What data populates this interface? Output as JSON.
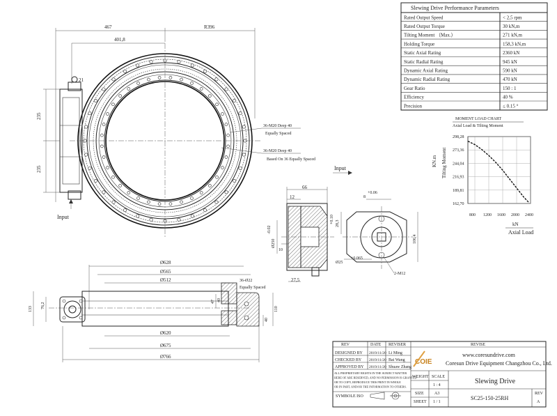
{
  "parameters": {
    "title": "Slewing Drive Performance Parameters",
    "rows": [
      {
        "label": "Rated Output Speed",
        "value": "< 2,5 rpm"
      },
      {
        "label": "Rated Output Torque",
        "value": "30 kN,m"
      },
      {
        "label": "Tilting Moment （Max.）",
        "value": "271 kN,m"
      },
      {
        "label": "Holding Torque",
        "value": "158,3 kN,m"
      },
      {
        "label": "Static Axial Rating",
        "value": "2360 kN"
      },
      {
        "label": "Static Radial Rating",
        "value": "945 kN"
      },
      {
        "label": "Dynamic Axial Rating",
        "value": "590 kN"
      },
      {
        "label": "Dynamic Radial Rating",
        "value": "470 kN"
      },
      {
        "label": "Gear Ratio",
        "value": "150 : 1"
      },
      {
        "label": "Efficiency",
        "value": "40 %"
      },
      {
        "label": "Precision",
        "value": "≤ 0.15 °"
      }
    ]
  },
  "chart_data": {
    "type": "line",
    "title": "MOMENT LOAD CHART",
    "subtitle": "Axial Load & Tilting Moment",
    "xlabel_unit": "kN",
    "xlabel": "Axial Load",
    "ylabel_unit": "KN.m",
    "ylabel": "Tilting Moment",
    "x_ticks": [
      800,
      1200,
      1600,
      2000,
      2400
    ],
    "y_ticks": [
      "298,28",
      "273,36",
      "244,04",
      "216,93",
      "189,81",
      "162,70"
    ],
    "xlim": [
      600,
      2400
    ],
    "ylim": [
      162.7,
      298.28
    ],
    "series": [
      {
        "x": [
          600,
          800,
          1000,
          1200,
          1400,
          1600,
          1800,
          2000,
          2200,
          2360
        ],
        "y": [
          289,
          282,
          272,
          260,
          246,
          230,
          212,
          194,
          176,
          164
        ]
      }
    ]
  },
  "front_view": {
    "dims": {
      "d467": "467",
      "d401": "401,8",
      "r396": "R396",
      "d21": "21",
      "d235a": "235",
      "d235b": "235"
    },
    "callouts": {
      "outer_1": "36-M20 Deep 40",
      "outer_2": "Equally Spaced",
      "inner_1": "36-M20 Deep 40",
      "inner_2": "Based On 36 Equally Spaced"
    },
    "input_label": "Input"
  },
  "section_view": {
    "dims": {
      "d628": "Ø628",
      "d565": "Ø565",
      "d512": "Ø512",
      "holes": "36-Ø22",
      "holes_note": "Equally Spaced",
      "d133": "133",
      "d76": "76,2",
      "d47": "47",
      "d40a": "40",
      "d40b": "40",
      "d110": "110",
      "d620": "Ø620",
      "d675": "Ø675",
      "d766": "Ø766"
    }
  },
  "motor_view": {
    "input_label": "Input",
    "dims": {
      "d66": "66",
      "d12": "12",
      "d10": "10",
      "d27": "27,5",
      "d160": "Ø250",
      "d160tol": "-0.02",
      "d8": "8",
      "d8tol": "+0.06",
      "d28": "28,3",
      "d28tol": "+0.10",
      "d25": "Ø25",
      "d25tol": "+0.065",
      "d106": "106,4",
      "m12": "2-M12"
    }
  },
  "title_block": {
    "rev_headers": {
      "rev": "REV",
      "date": "DATE",
      "reviser": "REVISER",
      "revise": "REVISE"
    },
    "rows": [
      {
        "role": "DESIGNED BY",
        "date": "2019/11/20",
        "name": "Li Ming"
      },
      {
        "role": "CHECKED BY",
        "date": "2019/11/20",
        "name": "Bai Wang"
      },
      {
        "role": "APPROVED BY",
        "date": "2019/11/20",
        "name": "Shuaw Zhang"
      }
    ],
    "rights": [
      "ALL PROPRIETARY RIGHTS IN THE SUBJECT MATTER",
      "HERE OF ARE RESERVED, AND NO PERMISSION IS GRANTED",
      "OR TO COPY, REPRODUCE THIS PRINT IN WHOLE",
      "OR IN PART, AND/OR THE INFORMATION TO OTHERS."
    ],
    "symbol_label": "SYMBOLE ISO",
    "website": "www.coresundrive.com",
    "company": "Coresun Drive Equipment Changzhou Co., Ltd.",
    "logo": "COIE",
    "weight_label": "WEIGHT",
    "scale_label": "SCALE",
    "scale_value": "1 : 4",
    "size_label": "SIZE",
    "size_value": "A3",
    "sheet_label": "SHEET",
    "sheet_value": "1 / 1",
    "product": "Slewing Drive",
    "model": "SC25-150-25RH",
    "rev_label": "REV",
    "rev_value": "A"
  }
}
